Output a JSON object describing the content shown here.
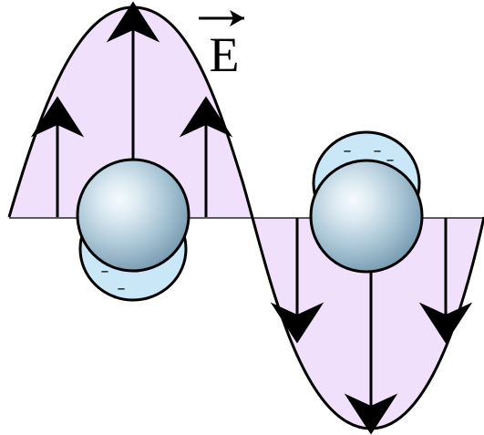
{
  "labels": {
    "field_symbol": "E",
    "negative_charge": "–"
  },
  "colors": {
    "wave_fill": "#f0e0fb",
    "electron_cloud": "#c9e7f7",
    "sphere_light": "#f5fbff",
    "sphere_mid": "#c7dbe6",
    "sphere_dark": "#6f93aa",
    "stroke": "#000000"
  },
  "icons": {
    "field_vector": "arrow-over-letter",
    "field_arrows": "black-field-arrow",
    "particles": "metal-sphere"
  }
}
